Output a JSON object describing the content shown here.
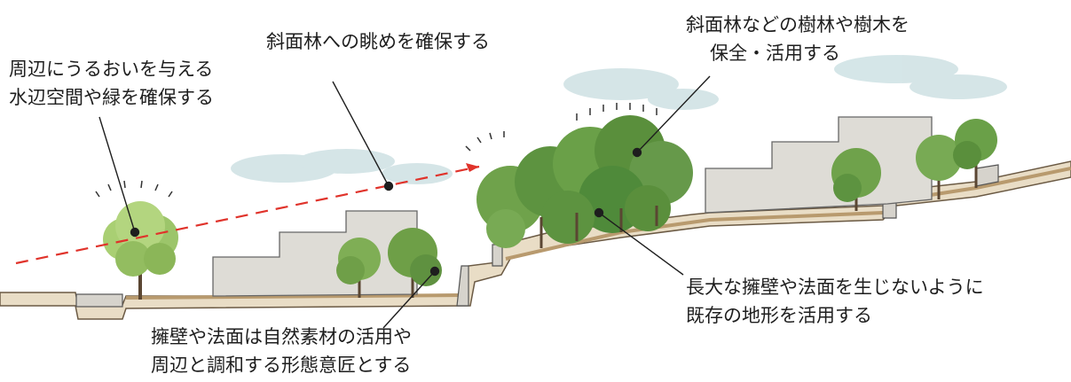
{
  "annotations": {
    "waterside": {
      "lines": [
        "周辺にうるおいを与える",
        "水辺空間や緑を確保する"
      ]
    },
    "view": {
      "lines": [
        "斜面林への眺めを確保する"
      ]
    },
    "preserve": {
      "lines": [
        "斜面林などの樹林や樹木を",
        "保全・活用する"
      ]
    },
    "retaining": {
      "lines": [
        "擁壁や法面は自然素材の活用や",
        "周辺と調和する形態意匠とする"
      ]
    },
    "terrain": {
      "lines": [
        "長大な擁壁や法面を生じないように",
        "既存の地形を活用する"
      ]
    }
  },
  "colors": {
    "sightline": "#e0332b",
    "tree_light": "#9cc56a",
    "tree_dark": "#4f8a3a",
    "building": "#d9d9d4",
    "ground": "#b89a6e",
    "sky": "#c7dde0",
    "leader": "#1e1e1e"
  }
}
